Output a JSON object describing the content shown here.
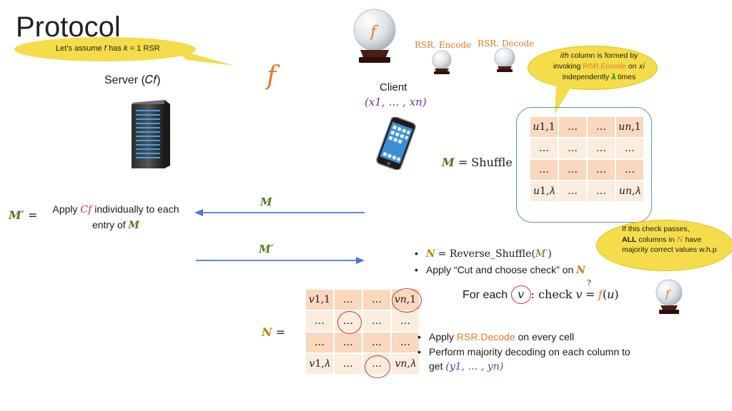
{
  "title": "Protocol",
  "assume_text": "Let’s assume 𝑓 has 𝑘 = 1 RSR",
  "server_label": "Server (𝐶𝑓)",
  "f_symbol": "𝑓",
  "client_label": "Client",
  "client_vars": "(𝑥1, … , 𝑥𝑛)",
  "rsr_encode": "RSR. Encode",
  "rsr_decode": "RSR. Decode",
  "ith_bubble": {
    "part1": "𝑖𝑡ℎ column is formed by invoking",
    "rsr": "RSR.Encode",
    "part2": "on",
    "part3": "𝑥𝑖 independently",
    "lambda": "𝝀",
    "part4": "times"
  },
  "check_bubble": {
    "line1": "If this check passes,",
    "all": "ALL",
    "line2": "columns in",
    "n": "𝑁",
    "line3": "have majority correct values w.h.p"
  },
  "shuffle": {
    "m": "𝑴",
    "rest": "= Shuffle"
  },
  "matrix_u": [
    [
      "𝑢1,1",
      "…",
      "…",
      "𝑢𝑛,1"
    ],
    [
      "…",
      "…",
      "…",
      "…"
    ],
    [
      "…",
      "…",
      "…",
      "…"
    ],
    [
      "𝑢1,𝜆",
      "…",
      "…",
      "𝑢𝑛,𝜆"
    ]
  ],
  "mprime_eq": {
    "m": "𝑴′",
    "eq": "="
  },
  "apply_text": {
    "a": "Apply",
    "cf": "𝐶𝑓",
    "b": "individually to each entry of",
    "m": "𝑴"
  },
  "arrow_top_label": "𝑴",
  "arrow_bottom_label": "𝑴′",
  "client_bullets": {
    "b1_n": "𝑵",
    "b1_rest": "= Reverse_Shuffle(",
    "b1_mp": "𝑀′",
    "b1_close": ")",
    "b2": "Apply “Cut and choose check” on",
    "b2_n": "𝑵"
  },
  "foreach": {
    "a": "For each",
    "v": "𝑣",
    "b": ": check 𝑣",
    "q": "?",
    "eq": "=",
    "f": "𝑓",
    "u": "(𝑢)"
  },
  "n_eq": {
    "n": "𝑵",
    "eq": "="
  },
  "matrix_v": [
    [
      "𝑣1,1",
      "…",
      "…",
      "𝑣𝑛,1"
    ],
    [
      "…",
      "…",
      "…",
      "…"
    ],
    [
      "…",
      "…",
      "…",
      "…"
    ],
    [
      "𝑣1,𝜆",
      "…",
      "…",
      "𝑣𝑛,𝜆"
    ]
  ],
  "final_bullets": {
    "b1_a": "Apply",
    "b1_rsr": "RSR.Decode",
    "b1_b": "on every cell",
    "b2": "Perform majority decoding on each column to get",
    "b2_y": "(𝑦1, … , 𝑦𝑛)"
  },
  "colors": {
    "orange": "#e07b2a",
    "yellow": "#f5dc4a",
    "green": "#4f7a1f",
    "gold": "#b8860b",
    "arrow_blue": "#4a78c8",
    "red": "#c0392b",
    "purple": "#7030a0"
  }
}
